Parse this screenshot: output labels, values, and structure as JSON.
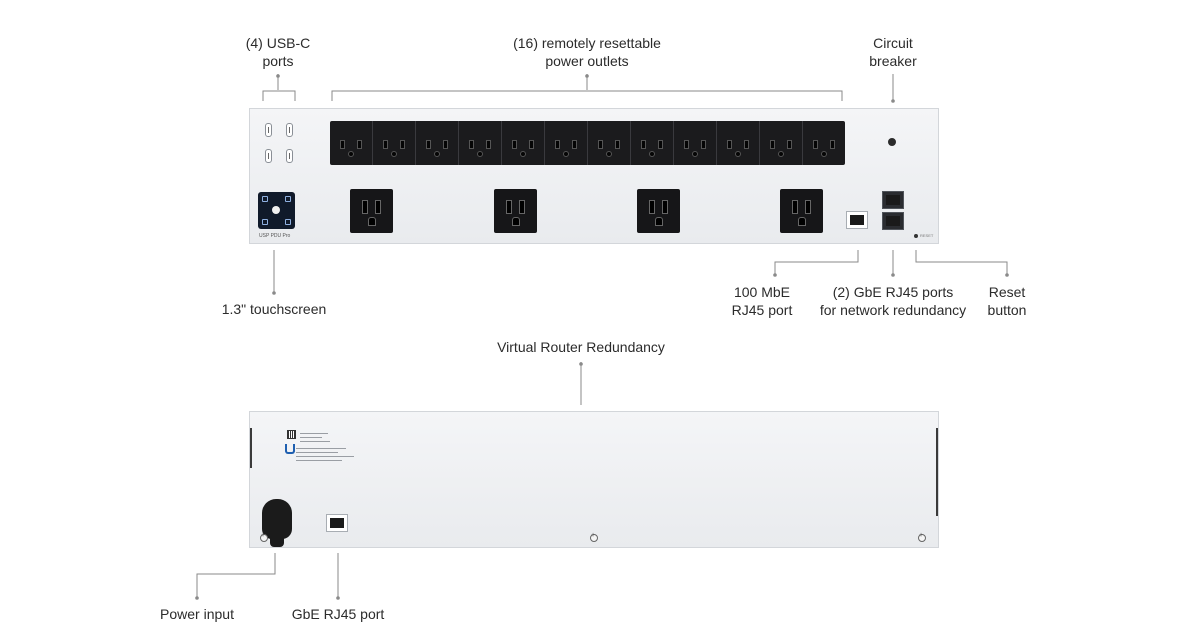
{
  "labels": {
    "usbc": [
      "(4) USB-C",
      "ports"
    ],
    "outlets": [
      "(16) remotely resettable",
      "power outlets"
    ],
    "breaker": [
      "Circuit",
      "breaker"
    ],
    "touchscreen": "1.3\" touchscreen",
    "mbe_port": [
      "100 MbE",
      "RJ45 port"
    ],
    "gbe_pair": [
      "(2) GbE RJ45 ports",
      "for network redundancy"
    ],
    "reset": [
      "Reset",
      "button"
    ],
    "vrr": "Virtual Router Redundancy",
    "power_input": "Power input",
    "gbe_port": "GbE RJ45 port"
  },
  "device": {
    "brand_text": "USP PDU Pro",
    "small_outlet_count": 12,
    "large_outlet_count": 4,
    "reset_text": "RESET"
  },
  "colors": {
    "line": "#8a8a8a",
    "panel": "#eceef1",
    "outlet": "#1b1b1d",
    "touchscreen": "#101a2a"
  }
}
